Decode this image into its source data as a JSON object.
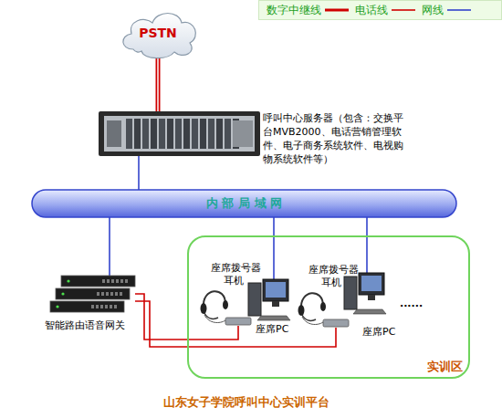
{
  "diagram": {
    "caption": "山东女子学院呼叫中心实训平台",
    "nodes": [
      {
        "text": [
          "PSTN"
        ]
      },
      {
        "text": [
          "呼叫中心服务器（包含：交换平台MVB2000、电话营销管理软件、电子商务系统软件、电视购物系统软件等）"
        ]
      },
      {
        "text": [
          "内 部 局 域 网"
        ]
      },
      {
        "text": [
          "智能路由语音网关"
        ]
      },
      {
        "text": [
          "实训区"
        ]
      },
      {
        "text": [
          "座席拨号器",
          "耳机"
        ],
        "in": 4
      },
      {
        "text": [
          "座席PC"
        ],
        "in": 4
      },
      {
        "text": [
          "座席拨号器",
          "耳机"
        ],
        "in": 4
      },
      {
        "text": [
          "座席PC"
        ],
        "in": 4
      }
    ],
    "edges": [
      {
        "from": 0,
        "to": 1,
        "arrow": "none"
      },
      {
        "from": 1,
        "to": 2,
        "arrow": "none"
      },
      {
        "from": 2,
        "to": 3,
        "arrow": "none"
      },
      {
        "from": 2,
        "to": 6,
        "arrow": "none"
      },
      {
        "from": 2,
        "to": 8,
        "arrow": "none"
      },
      {
        "from": 3,
        "to": 5,
        "arrow": "none"
      },
      {
        "from": 3,
        "to": 7,
        "arrow": "none"
      }
    ],
    "labels": [
      "......"
    ],
    "legend": [
      {
        "text": "数字中继线"
      },
      {
        "text": "电话线"
      },
      {
        "text": "网线"
      }
    ]
  }
}
